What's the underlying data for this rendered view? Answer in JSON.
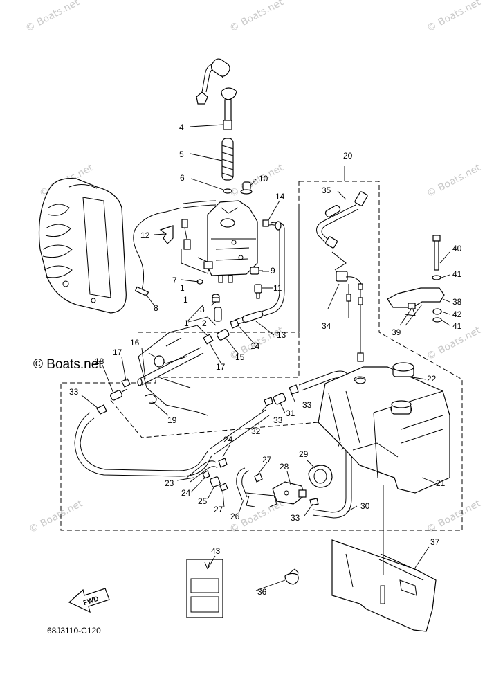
{
  "watermarks": [
    "© Boats.net",
    "© Boats.net",
    "© Boats.net",
    "© Boats.net",
    "© Boats.net",
    "© Boats.net",
    "© Boats.net",
    "© Boats.net",
    "© Boats.net",
    "© Boats.net",
    "© Boats.net"
  ],
  "brand_label": "© Boats.net",
  "fwd_label": "FWD",
  "diagram_code": "68J3110-C120",
  "callouts": [
    "1",
    "2",
    "3",
    "4",
    "5",
    "6",
    "7",
    "8",
    "9",
    "10",
    "11",
    "12",
    "13",
    "14",
    "14",
    "15",
    "16",
    "17",
    "17",
    "18",
    "19",
    "20",
    "21",
    "22",
    "23",
    "24",
    "24",
    "25",
    "26",
    "27",
    "27",
    "28",
    "29",
    "30",
    "31",
    "32",
    "33",
    "33",
    "33",
    "33",
    "34",
    "35",
    "36",
    "37",
    "38",
    "39",
    "40",
    "41",
    "41",
    "42",
    "43"
  ]
}
